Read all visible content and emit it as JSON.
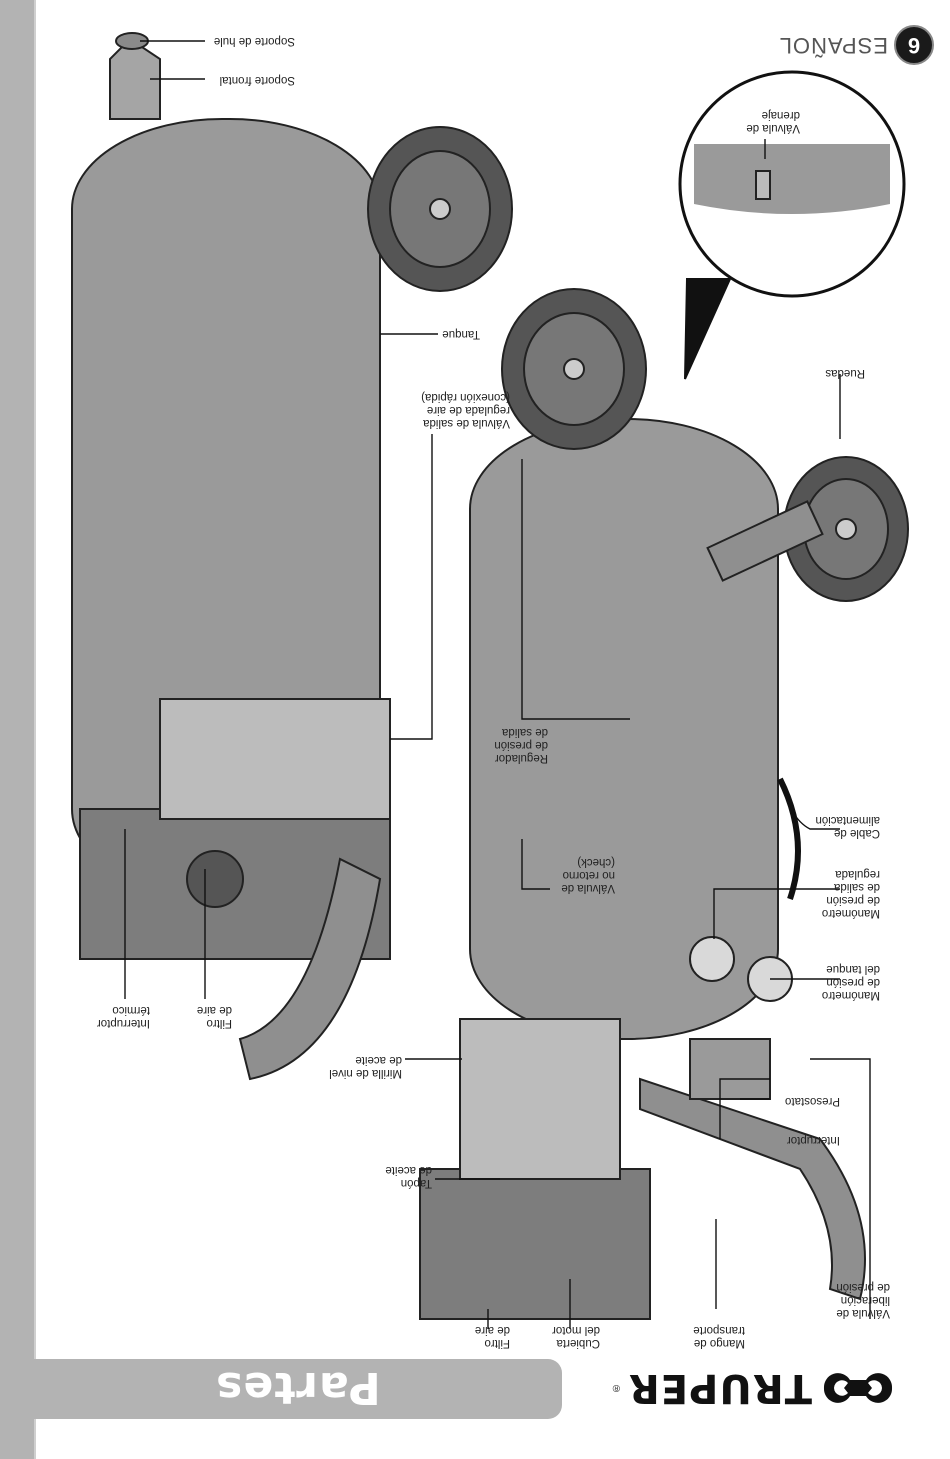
{
  "header": {
    "brand": "TRUPER",
    "brand_mark": "®",
    "section_title": "Partes"
  },
  "footer": {
    "page_number": "6",
    "language": "ESPAÑOL"
  },
  "colors": {
    "band_gray": "#b3b3b3",
    "part_gray": "#9a9a9a",
    "dark": "#1a1a1a"
  },
  "labels": {
    "soporte_hule": "Soporte de hule",
    "soporte_frontal": "Soporte frontal",
    "tanque": "Tanque",
    "valvula_salida": "Válvula de salida\nregulada de aire\n(conexión rápida)",
    "regulador": "Regulador\nde presión\nde salida",
    "interruptor_termico": "Interruptor\ntérmico",
    "filtro_aire_1": "Filtro\nde aire",
    "valvula_drenaje": "Válvula de\ndrenaje",
    "ruedas": "Ruedas",
    "cable": "Cable de\nalimentación",
    "manometro_salida": "Manómetro\nde presión\nde salida\nregulada",
    "valvula_check": "Válvula de\nno retorno\n(check)",
    "manometro_tanque": "Manómetro\nde presión\ndel tanque",
    "mirilla": "Mirilla de nivel\nde aceite",
    "presostato": "Presostato",
    "interruptor": "Interruptor",
    "tapon": "Tapón\nde aceite",
    "valvula_liberacion": "Válvula de\nliberación\nde presión",
    "mango": "Mango de\ntransporte",
    "cubierta": "Cubierta\ndel motor",
    "filtro_aire_2": "Filtro\nde aire"
  }
}
